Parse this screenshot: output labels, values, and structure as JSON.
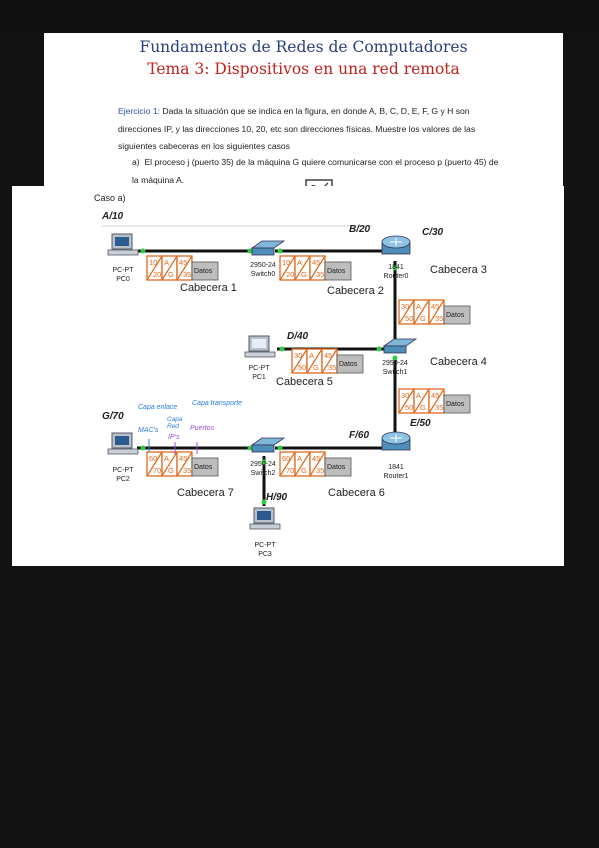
{
  "header": {
    "title": "Fundamentos de Redes de Computadores",
    "subtitle": "Tema 3: Dispositivos en una red remota"
  },
  "exercise": {
    "label": "Ejercicio 1:",
    "text": " Dada la situación que se indica en la figura, en donde A, B, C, D, E, F, G y H son direcciones IP, y las direcciones 10, 20, etc son direcciones físicas. Muestre los valores de las siguientes cabeceras en los siguientes casos",
    "item_label": "a)",
    "item_text": "El proceso j (puerto 35) de la máquina G quiere comunicarse con el proceso p (puerto 45) de la máquina A."
  },
  "figure": {
    "case": "Caso a)",
    "addresses": {
      "a": "A/10",
      "b": "B/20",
      "c": "C/30",
      "d": "D/40",
      "e": "E/50",
      "f": "F/60",
      "g": "G/70",
      "h": "H/90"
    },
    "devices": {
      "pc0_type": "PC-PT",
      "pc0_name": "PC0",
      "pc1_type": "PC-PT",
      "pc1_name": "PC1",
      "pc2_type": "PC-PT",
      "pc2_name": "PC2",
      "pc3_type": "PC-PT",
      "pc3_name": "PC3",
      "sw0_type": "2950-24",
      "sw0_name": "Switch0",
      "sw1_type": "2950-24",
      "sw1_name": "Switch1",
      "sw2_type": "2950-24",
      "sw2_name": "Switch2",
      "r0_type": "1841",
      "r0_name": "Router0",
      "r1_type": "1841",
      "r1_name": "Router1"
    },
    "headers": {
      "h1": "Cabecera 1",
      "h2": "Cabecera 2",
      "h3": "Cabecera 3",
      "h4": "Cabecera 4",
      "h5": "Cabecera 5",
      "h6": "Cabecera 6",
      "h7": "Cabecera 7"
    },
    "packets": [
      {
        "id": "p1",
        "values": [
          "10",
          "20",
          "A",
          "G",
          "45",
          "35"
        ]
      },
      {
        "id": "p2",
        "values": [
          "10",
          "20",
          "A",
          "G",
          "45",
          "35"
        ]
      },
      {
        "id": "p3",
        "values": [
          "30",
          "50",
          "A",
          "G",
          "45",
          "35"
        ]
      },
      {
        "id": "p4",
        "values": [
          "30",
          "50",
          "A",
          "G",
          "45",
          "35"
        ]
      },
      {
        "id": "p5",
        "values": [
          "30",
          "50",
          "A",
          "G",
          "45",
          "35"
        ]
      },
      {
        "id": "p6",
        "values": [
          "60",
          "70",
          "A",
          "G",
          "45",
          "35"
        ]
      },
      {
        "id": "p7",
        "values": [
          "60",
          "70",
          "A",
          "G",
          "45",
          "35"
        ]
      }
    ],
    "datos": "Datos",
    "annotations": {
      "capa_enlace": "Capa enlace",
      "macs": "MAC's",
      "capa_red": "Capa Red",
      "ips": "IP's",
      "capa_transporte": "Capa transporte",
      "puertos": "Puertos"
    },
    "colors": {
      "orange": "#e06a1e",
      "cable": "#111111",
      "link_green": "#2ecc40",
      "annot_blue": "#2a7de1",
      "annot_purple": "#9a4fd8"
    }
  }
}
